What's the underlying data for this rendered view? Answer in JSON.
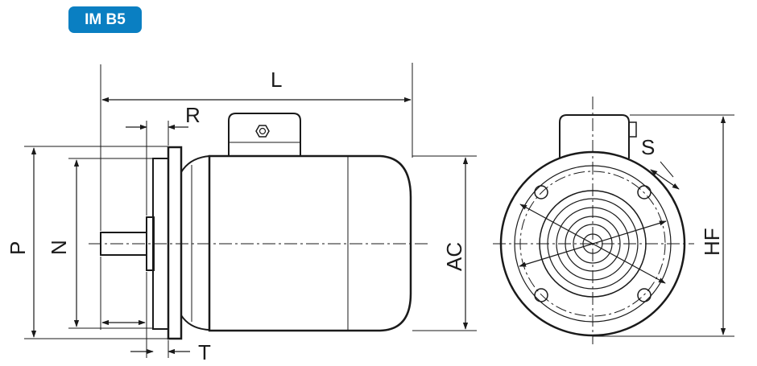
{
  "badge": {
    "text": "IM B5",
    "color": "#0a7fc2"
  },
  "labels": {
    "L": "L",
    "R": "R",
    "P": "P",
    "N": "N",
    "T": "T",
    "AC": "AC",
    "S": "S",
    "HF": "HF"
  }
}
